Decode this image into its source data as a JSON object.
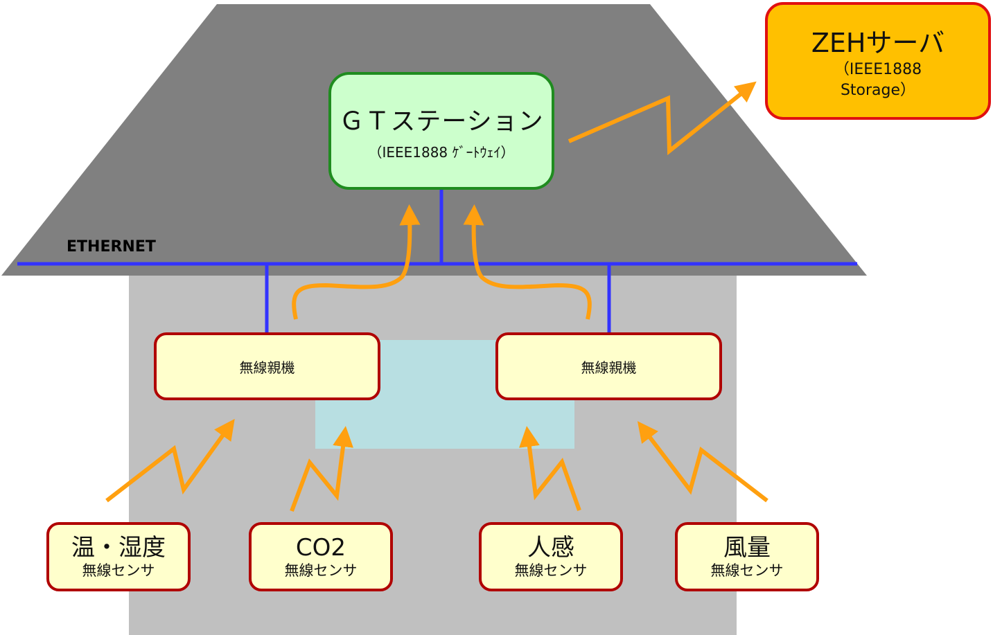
{
  "diagram": {
    "network_label": "ETHERNET",
    "gateway": {
      "title": "ＧＴステーション",
      "subtitle": "（IEEE1888  ｹﾞｰﾄｳｪｲ）"
    },
    "server": {
      "title": "ZEHサーバ",
      "subtitle_line1": "（IEEE1888",
      "subtitle_line2": "Storage）"
    },
    "access_points": [
      {
        "label": "無線親機"
      },
      {
        "label": "無線親機"
      }
    ],
    "sensors": [
      {
        "name": "温・湿度",
        "type": "無線センサ"
      },
      {
        "name": "CO2",
        "type": "無線センサ"
      },
      {
        "name": "人感",
        "type": "無線センサ"
      },
      {
        "name": "風量",
        "type": "無線センサ"
      }
    ],
    "colors": {
      "roof": "#808080",
      "house": "#c0c0c0",
      "room": "#b8dfe2",
      "ethernet": "#3333ff",
      "arrow": "#ffa010",
      "gateway_fill": "#ccffcc",
      "gateway_border": "#1f8c1f",
      "server_fill": "#ffc000",
      "server_border": "#e01010",
      "node_fill": "#ffffcc",
      "node_border": "#b00000"
    }
  }
}
